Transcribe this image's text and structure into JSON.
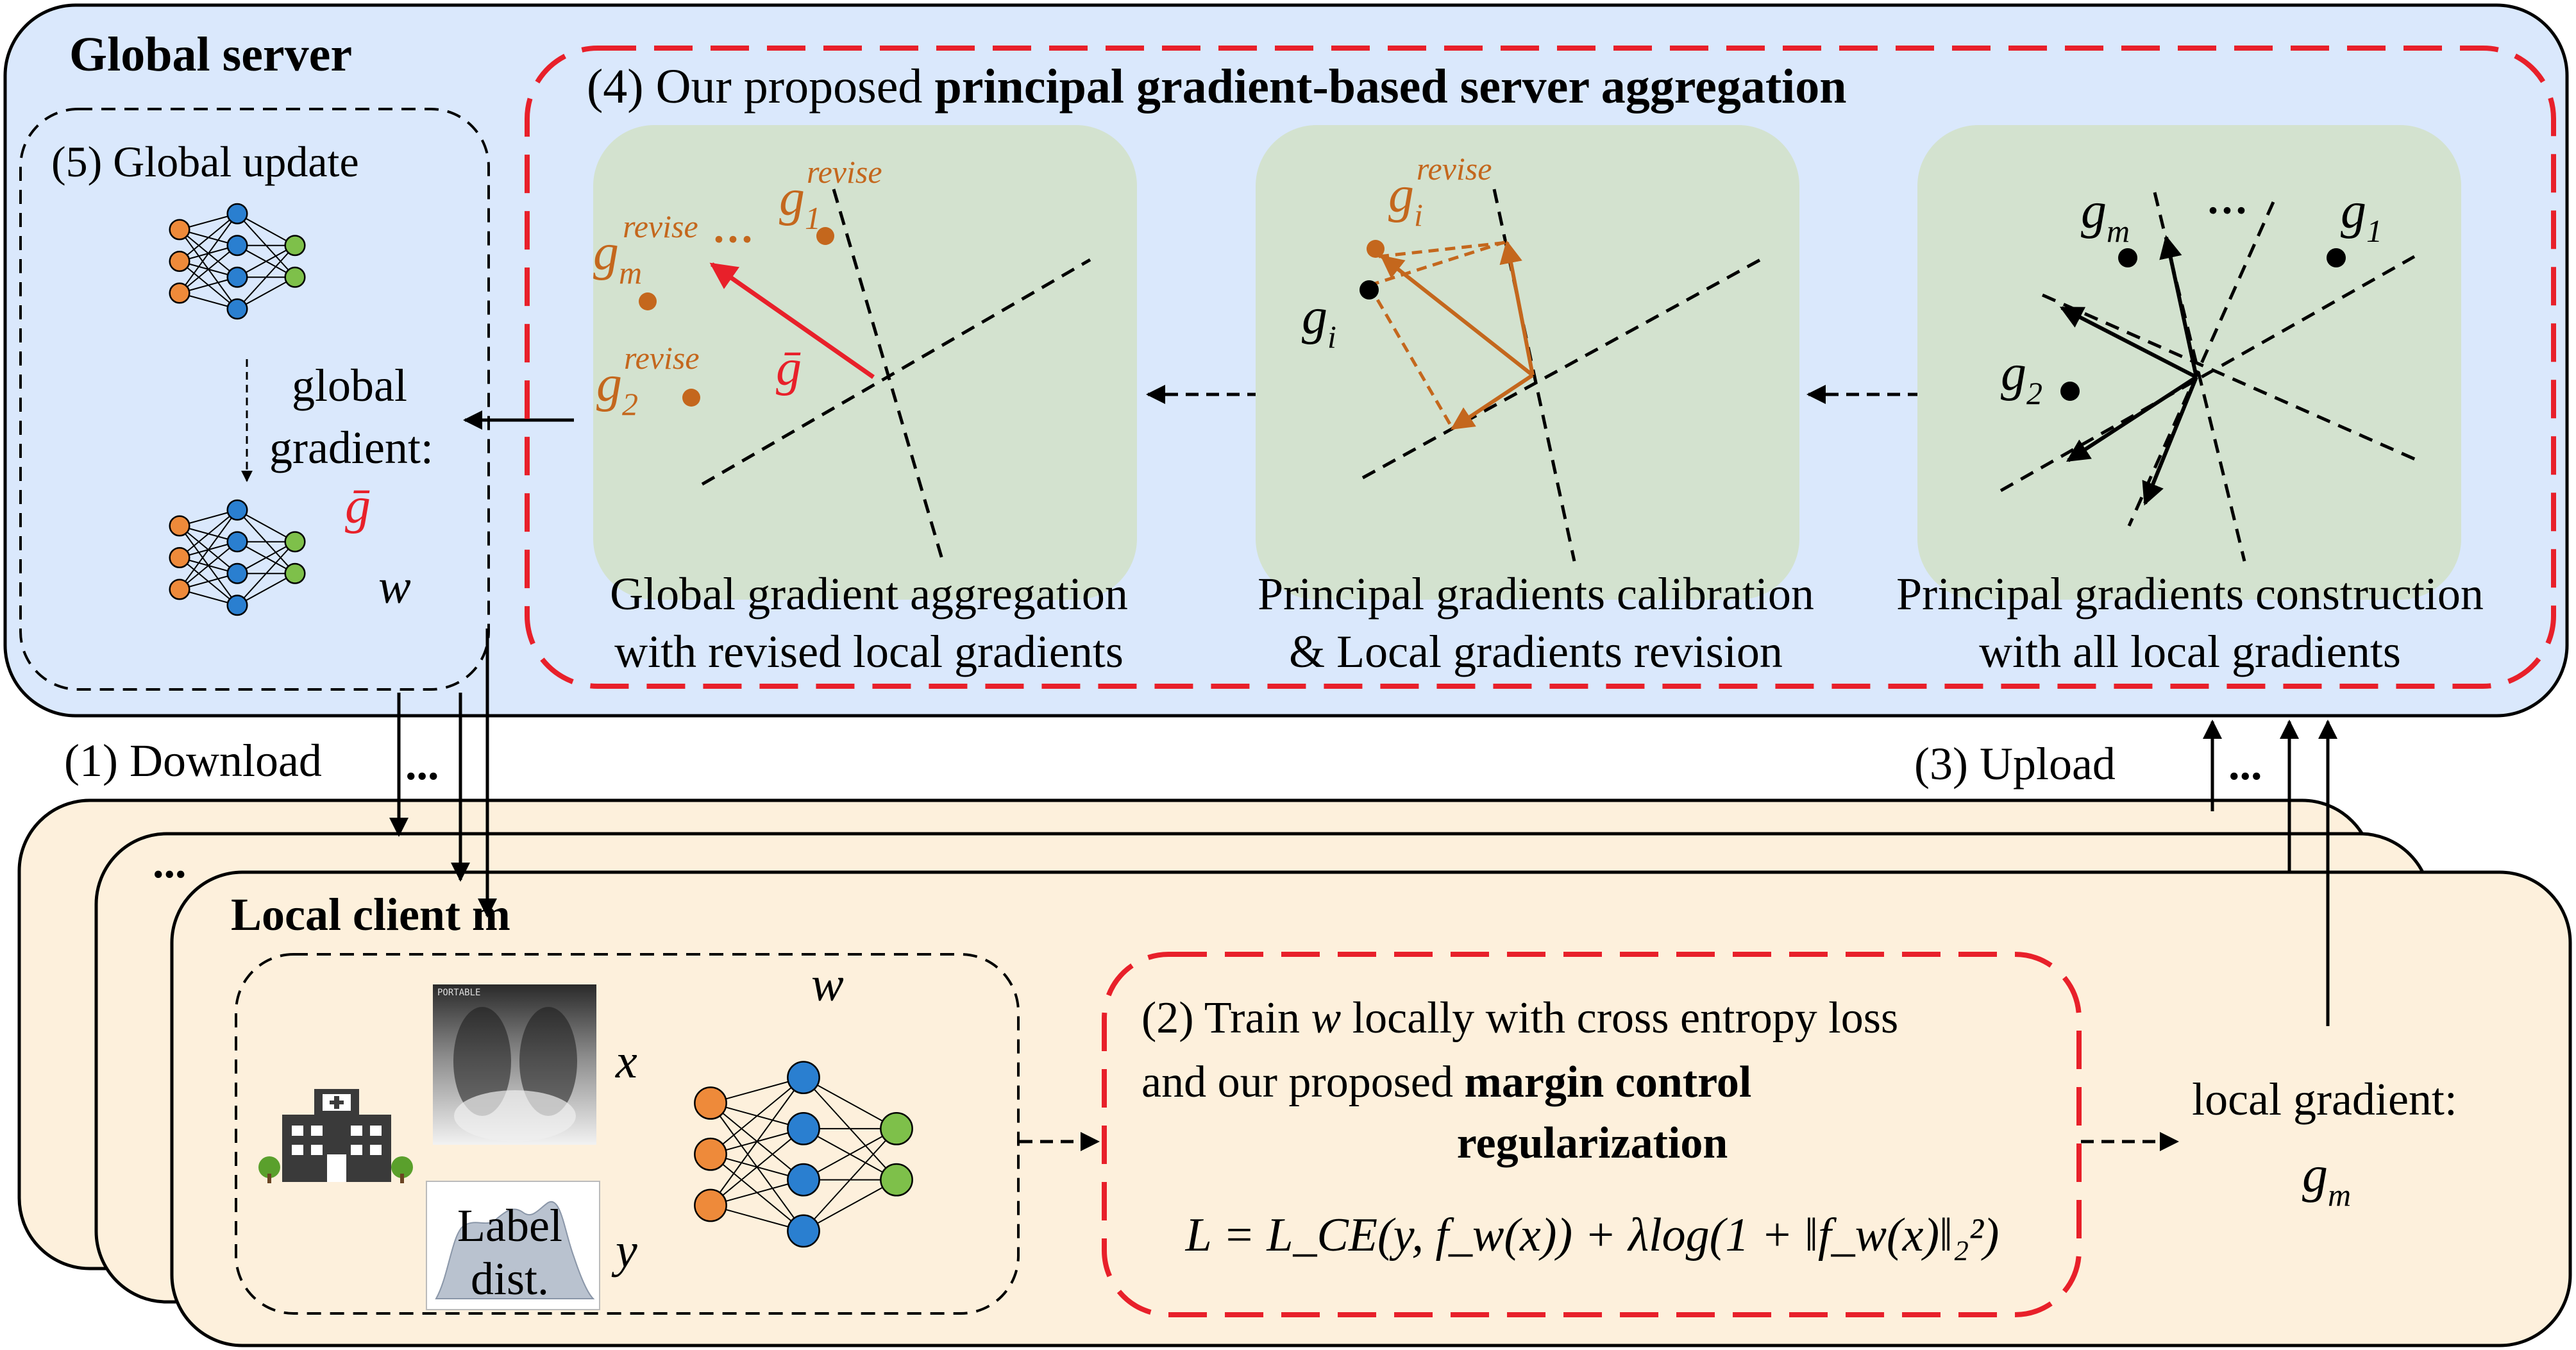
{
  "server": {
    "title": "Global server",
    "proposed_prefix": "(4) Our proposed ",
    "proposed_bold": "principal gradient-based server aggregation",
    "global_update": "(5) Global update",
    "global_gradient_line1": "global",
    "global_gradient_line2": "gradient:",
    "gbar": "ḡ",
    "w": "w",
    "panels": {
      "aggregation": {
        "caption1": "Global gradient aggregation",
        "caption2": "with revised local gradients",
        "g_m_revise": "g",
        "sub_m": "m",
        "sup_revise": "revise",
        "sub_1": "1",
        "sub_2": "2",
        "ellipsis": "···",
        "gbar": "ḡ"
      },
      "calibration": {
        "caption1": "Principal gradients calibration",
        "caption2": "&  Local gradients revision",
        "g": "g",
        "sub_i": "i",
        "sup_revise": "revise"
      },
      "construction": {
        "caption1": "Principal gradients construction",
        "caption2": "with all local gradients",
        "g": "g",
        "sub_m": "m",
        "sub_1": "1",
        "sub_2": "2",
        "ellipsis": "···"
      }
    }
  },
  "flow": {
    "download": "(1) Download",
    "upload": "(3) Upload",
    "ellipsis": "...",
    "local_gradient": "local gradient:",
    "g": "g",
    "sub_m": "m"
  },
  "client": {
    "title": "Local client m",
    "stack_ellipsis": "...",
    "x_label": "x",
    "y_label": "y",
    "w_label": "w",
    "xray_tag": "PORTABLE",
    "label_dist_1": "Label",
    "label_dist_2": "dist.",
    "train_line1_a": "(2) Train ",
    "train_line1_w": "w",
    "train_line1_b": " locally with cross entropy loss",
    "train_line2_a": "and our proposed ",
    "train_line2_b": "margin control",
    "train_line3": "regularization",
    "formula": "L = L_CE(y, f_w(x)) + λlog(1 + ‖f_w(x)‖₂²)"
  },
  "colors": {
    "server_bg": "#dae8fc",
    "client_bg": "#fdf0dc",
    "panel_bg": "#d3e2cf",
    "red_dash": "#e8202a",
    "orange": "#c4671d",
    "node_orange": "#ee8a3a",
    "node_blue": "#2a7fd0",
    "node_green": "#7ec04a"
  }
}
